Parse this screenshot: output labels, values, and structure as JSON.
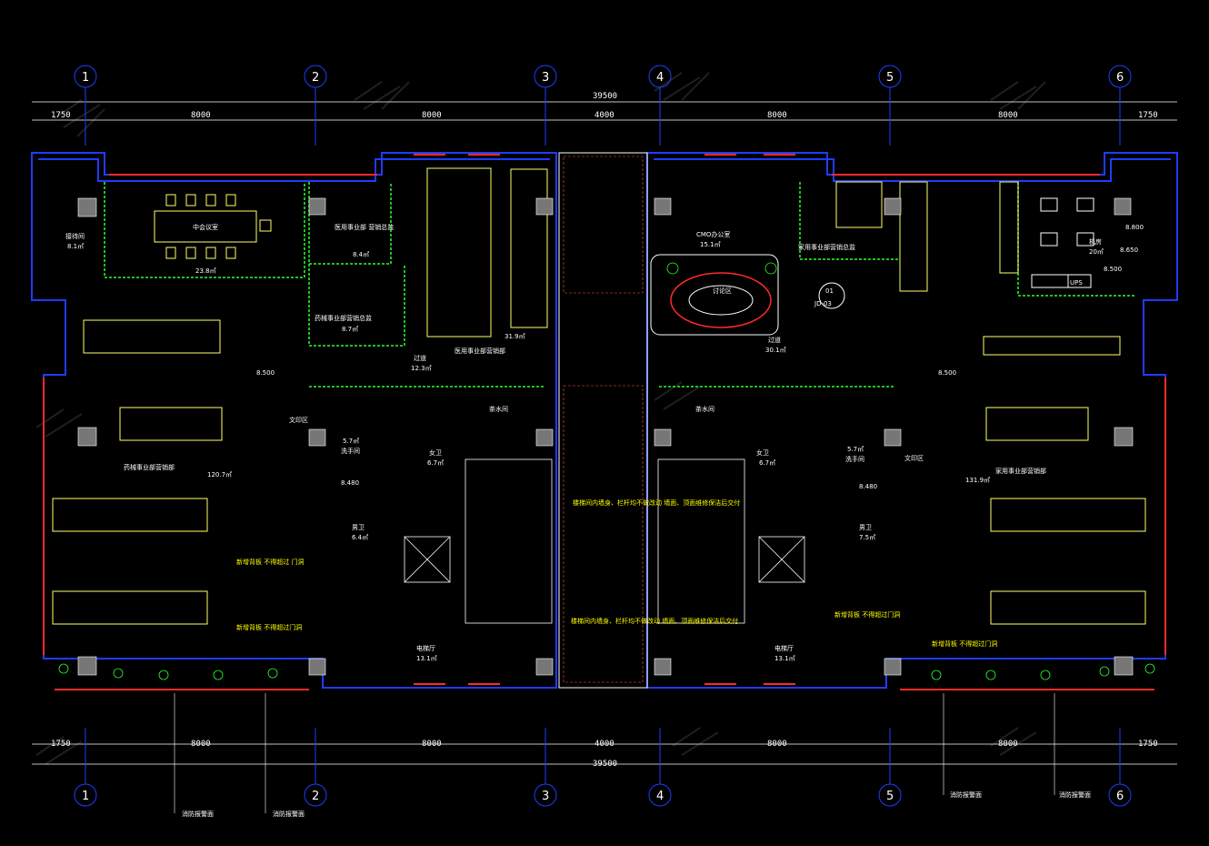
{
  "axes": {
    "labels": [
      "1",
      "2",
      "3",
      "4",
      "5",
      "6"
    ],
    "top_total": "39500",
    "bottom_total": "39500",
    "spans": [
      "1750",
      "8000",
      "8000",
      "4000",
      "8000",
      "8000",
      "1750"
    ]
  },
  "rooms": {
    "meeting": "中会议室",
    "meeting_area": "23.8㎡",
    "pantry": "接待间",
    "pantry_area": "8.1㎡",
    "vp_office": "医用事业部\n营销总监",
    "vp_area": "8.4㎡",
    "manager_office": "药械事业部营销总监",
    "manager_area": "8.7㎡",
    "open_office_a": "医用事业部营销部",
    "open_office_a_area": "31.9㎡",
    "corridor_a": "过道",
    "corridor_a_area": "12.3㎡",
    "office_b": "药械事业部营销部",
    "office_b_area": "120.7㎡",
    "cmo": "CMO办公室",
    "cmo_area": "15.1㎡",
    "discussion": "讨论区",
    "corridor_b": "过道",
    "corridor_b_area": "30.1㎡",
    "director_right": "家用事业部营销总监",
    "server": "机房",
    "server_area": "20㎡",
    "ups": "UPS",
    "office_c": "家用事业部营销部",
    "office_c_area": "131.9㎡",
    "female_wc_l": "女卫",
    "female_wc_l_area": "6.7㎡",
    "male_wc_l": "男卫",
    "male_wc_l_area": "6.4㎡",
    "washroom_l": "洗手间",
    "washroom_l_area": "5.7㎡",
    "female_wc_r": "女卫",
    "female_wc_r_area": "6.7㎡",
    "male_wc_r": "男卫",
    "male_wc_r_area": "7.5㎡",
    "washroom_r": "洗手间",
    "washroom_r_area": "5.7㎡",
    "elev_lobby_l": "电梯厅",
    "elev_lobby_l_area": "13.1㎡",
    "elev_lobby_r": "电梯厅",
    "elev_lobby_r_area": "13.1㎡",
    "tea_l": "茶水间",
    "tea_r": "茶水间",
    "jd_ref_num": "01",
    "jd_ref": "JD-03",
    "level_l": "8.500",
    "level_r": "8.500",
    "level_s1": "8.800",
    "level_s2": "8.650",
    "level_s3": "8.500",
    "wc_level_l": "8.480",
    "wc_level_r": "8.480"
  },
  "notes": {
    "stair_note_1": "楼梯间内墙身、栏杆均不做改动\n墙面、顶面维修保洁后交付",
    "stair_note_2": "楼梯间内墙身、栏杆均不做改动\n墙面、顶面维修保洁后交付",
    "fire_1": "新增背板\n不得超过\n门洞",
    "fire_2": "新增背板\n不得超过门洞",
    "fire_3": "新增背板\n不得超过门洞",
    "fire_4": "新增背板\n不得超过门洞",
    "bottom_label_1": "消防报警面",
    "bottom_label_2": "消防报警面",
    "bottom_label_3": "消防报警面",
    "bottom_label_4": "消防报警面",
    "wenku": "文印区",
    "wenku_r": "文印区"
  },
  "colors": {
    "wall_blue": "#1f3cff",
    "wall_red": "#ff2a2a",
    "furniture": "#ffff66",
    "green": "#2aff2a",
    "white": "#ffffff",
    "axis": "#1f3cff"
  }
}
